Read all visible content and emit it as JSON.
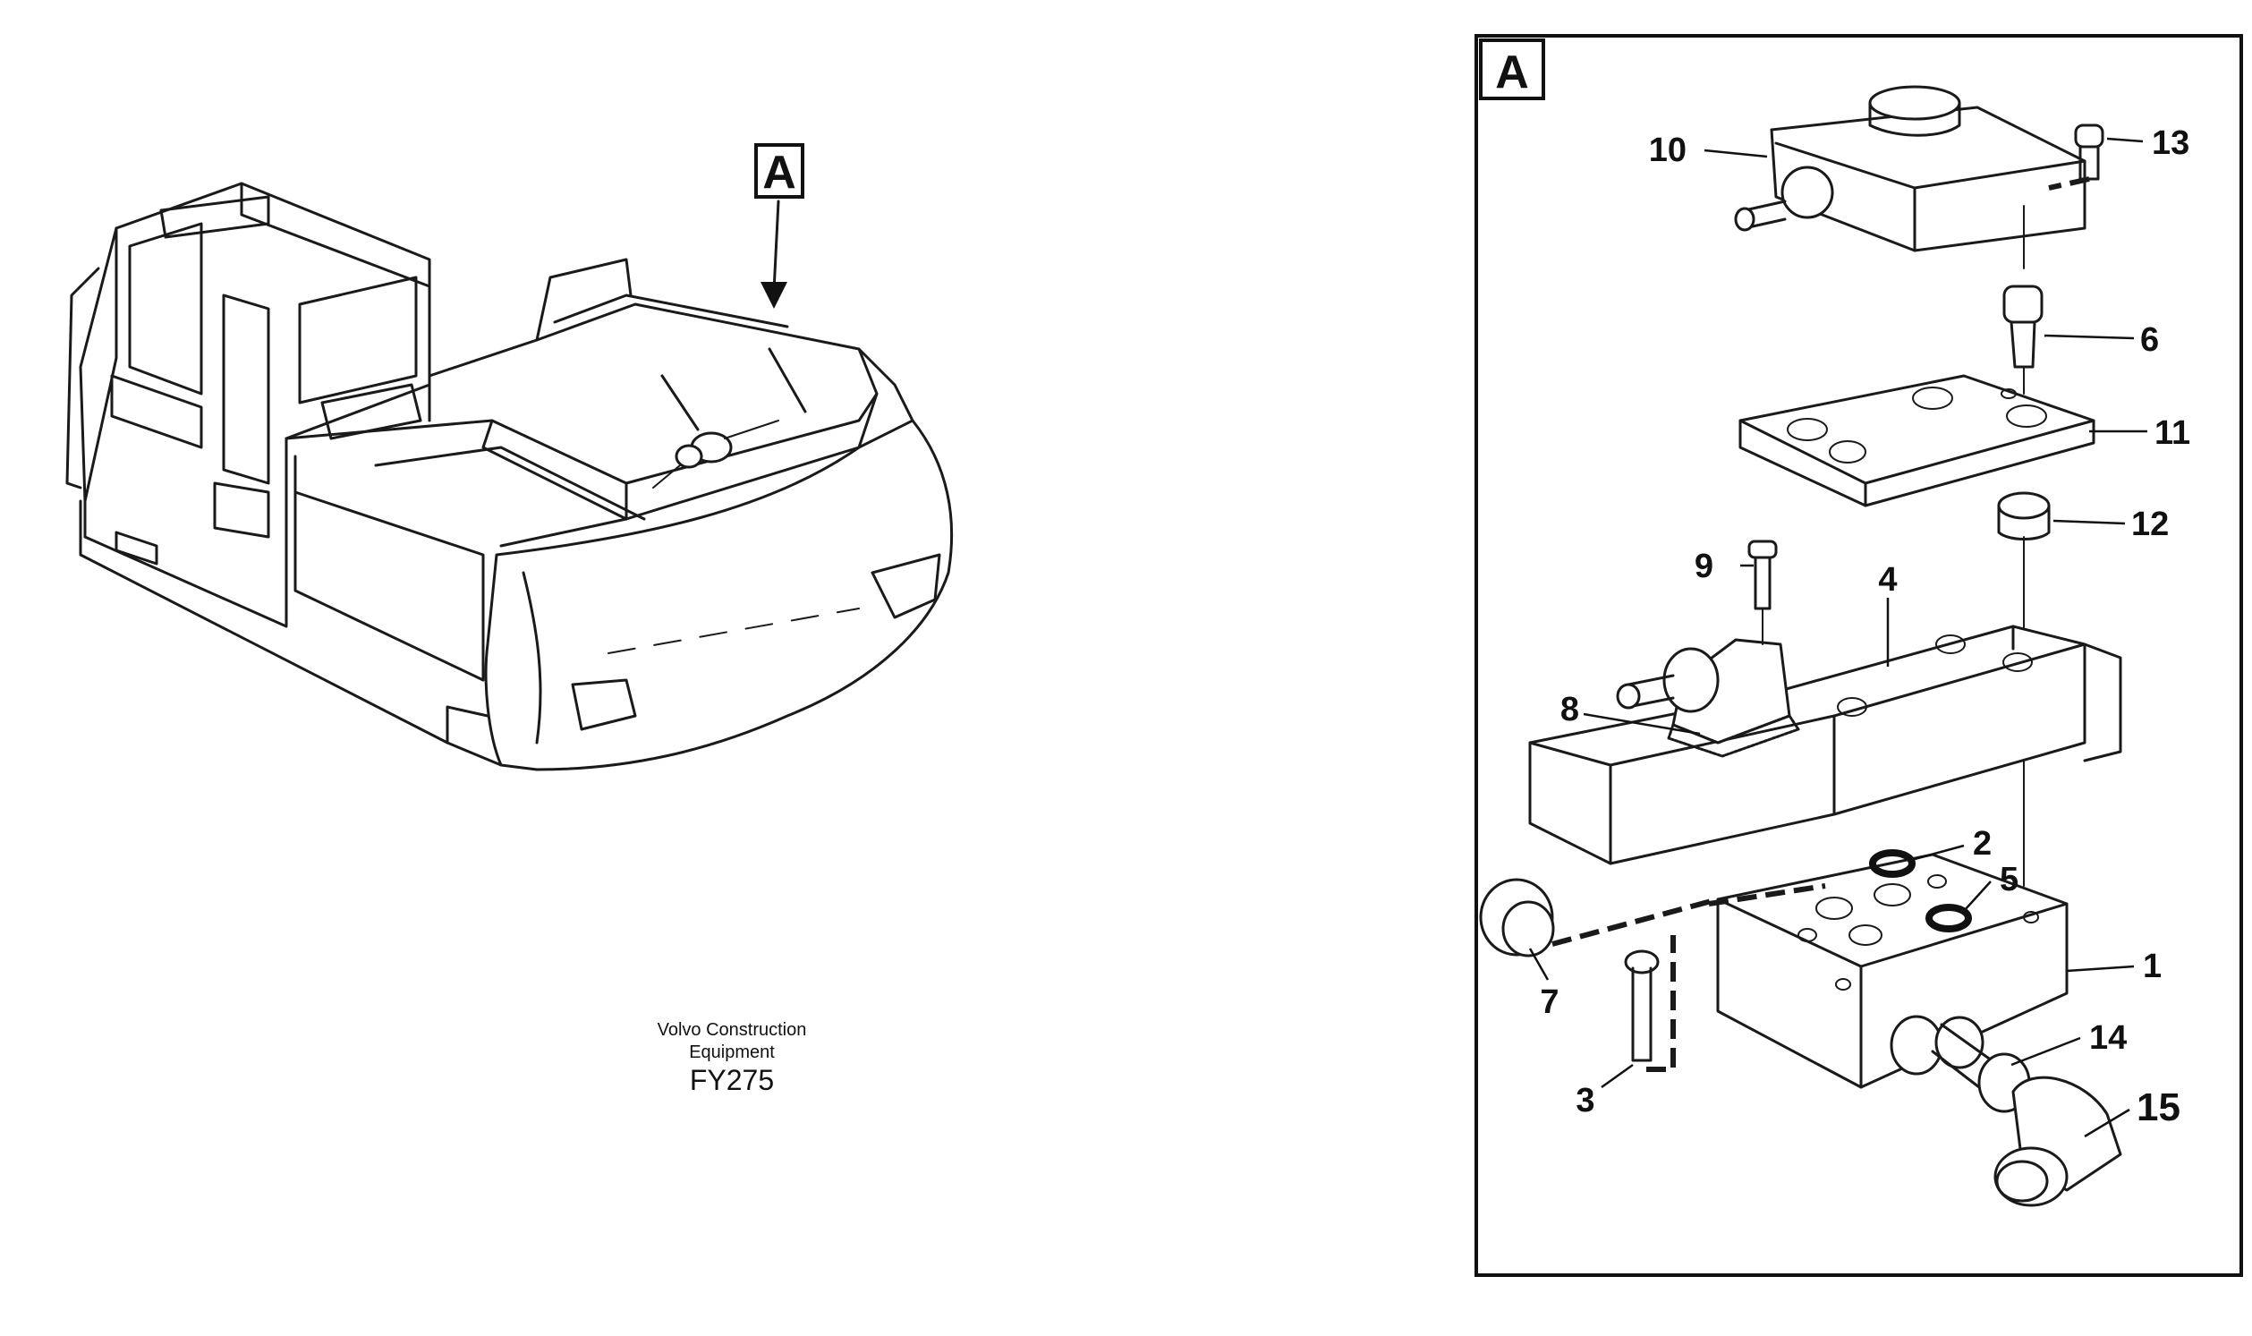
{
  "overview": {
    "section_label": "A"
  },
  "detail": {
    "section_label": "A",
    "callouts": [
      {
        "id": "1",
        "text": "1"
      },
      {
        "id": "2",
        "text": "2"
      },
      {
        "id": "3",
        "text": "3"
      },
      {
        "id": "4",
        "text": "4"
      },
      {
        "id": "5",
        "text": "5"
      },
      {
        "id": "6",
        "text": "6"
      },
      {
        "id": "7",
        "text": "7"
      },
      {
        "id": "8",
        "text": "8"
      },
      {
        "id": "9",
        "text": "9"
      },
      {
        "id": "10",
        "text": "10"
      },
      {
        "id": "11",
        "text": "11"
      },
      {
        "id": "12",
        "text": "12"
      },
      {
        "id": "13",
        "text": "13"
      },
      {
        "id": "14",
        "text": "14"
      },
      {
        "id": "15",
        "text": "15"
      }
    ]
  },
  "caption": {
    "line1": "Volvo Construction",
    "line2": "Equipment",
    "code": "FY275"
  }
}
